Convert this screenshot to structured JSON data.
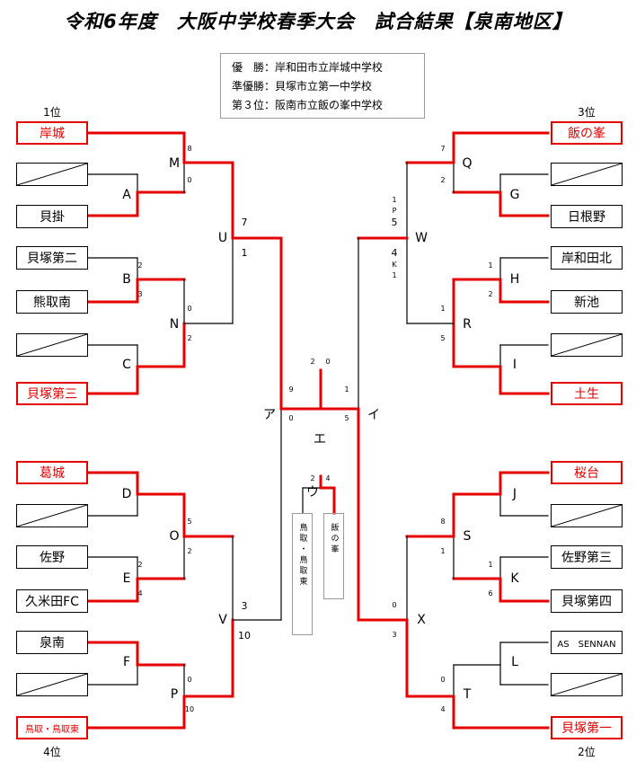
{
  "title": "令和6年度　大阪中学校春季大会　試合結果【泉南地区】",
  "summary": {
    "lines": [
      "優　勝：岸和田市立岸城中学校",
      "準優勝：貝塚市立第一中学校",
      "第３位：阪南市立飯の峯中学校"
    ]
  },
  "ranks": {
    "r1": "1位",
    "r3": "3位",
    "r4": "4位",
    "r2": "2位"
  },
  "teams": {
    "L1": "岸城",
    "L3": "貝掛",
    "L4": "貝塚第二",
    "L5": "熊取南",
    "L7": "貝塚第三",
    "L8": "葛城",
    "L10": "佐野",
    "L11": "久米田FC",
    "L12": "泉南",
    "L14": "鳥取・鳥取東",
    "R1": "飯の峯",
    "R3": "日根野",
    "R4": "岸和田北",
    "R5": "新池",
    "R7": "土生",
    "R8": "桜台",
    "R10": "佐野第三",
    "R11": "貝塚第四",
    "R12": "AS　SENNAN",
    "R14": "貝塚第一"
  },
  "matches": {
    "A": "A",
    "B": "B",
    "C": "C",
    "D": "D",
    "E": "E",
    "F": "F",
    "M": "M",
    "N": "N",
    "O": "O",
    "P": "P",
    "U": "U",
    "V": "V",
    "G": "G",
    "H": "H",
    "I": "I",
    "J": "J",
    "K": "K",
    "L": "L",
    "Q": "Q",
    "R": "R",
    "S": "S",
    "T": "T",
    "W": "W",
    "X": "X",
    "a": "ア",
    "i": "イ",
    "e": "エ",
    "u": "ウ"
  },
  "scores": {
    "B_t": "2",
    "B_b": "3",
    "E_t": "2",
    "E_b": "4",
    "M_t": "8",
    "M_b": "0",
    "N_t": "0",
    "N_b": "2",
    "O_t": "5",
    "O_b": "2",
    "P_t": "0",
    "P_b": "10",
    "U_t": "7",
    "U_b": "1",
    "V_t": "3",
    "V_b": "10",
    "a_t": "9",
    "a_b": "0",
    "e_l": "2",
    "e_r": "0",
    "H_t": "1",
    "H_b": "2",
    "K_t": "1",
    "K_b": "6",
    "Q_t": "7",
    "Q_b": "2",
    "R_t": "1",
    "R_b": "5",
    "S_t": "8",
    "S_b": "1",
    "T_t": "0",
    "T_b": "4",
    "W_t": "5",
    "W_b": "4",
    "W_pk1": "1",
    "W_pk2": "P",
    "W_pk3": "K",
    "W_pk4": "1",
    "X_t": "0",
    "X_b": "3",
    "i_t": "1",
    "i_b": "5",
    "u_l": "2",
    "u_r": "4"
  },
  "third_place": {
    "left": "鳥取・鳥取東",
    "right": "飯の峯"
  },
  "colors": {
    "winner": "#e60000",
    "line": "#000000"
  }
}
